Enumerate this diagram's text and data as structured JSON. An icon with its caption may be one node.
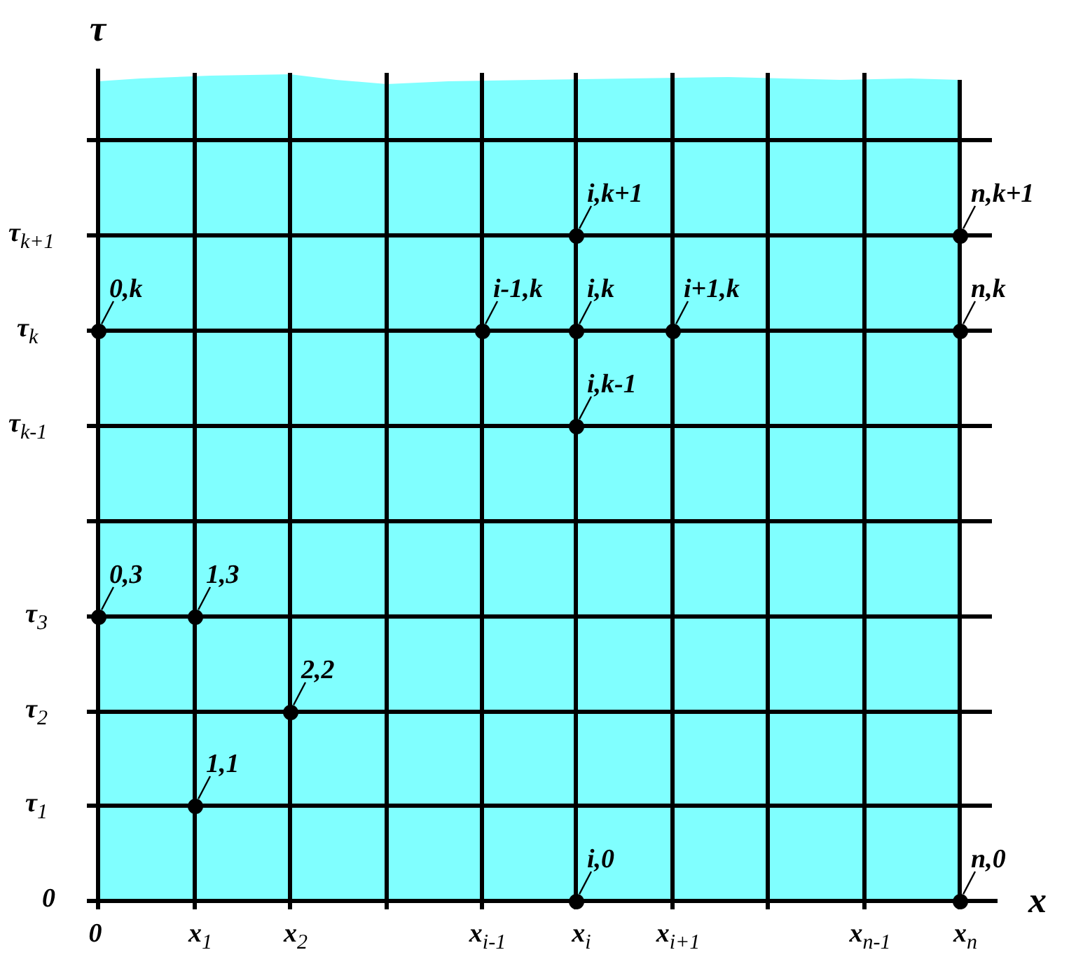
{
  "diagram": {
    "nodes": [
      {
        "text": [
          "i,k+1"
        ]
      },
      {
        "text": [],
        "shape": "circle"
      },
      {
        "text": [
          "n,k+1"
        ]
      },
      {
        "text": [],
        "shape": "circle"
      },
      {
        "text": [
          "0,k"
        ]
      },
      {
        "text": [],
        "shape": "circle"
      },
      {
        "text": [
          "i-1,k"
        ]
      },
      {
        "text": [],
        "shape": "circle"
      },
      {
        "text": [
          "i,k"
        ]
      },
      {
        "text": [],
        "shape": "circle"
      },
      {
        "text": [
          "i+1,k"
        ]
      },
      {
        "text": [],
        "shape": "circle"
      },
      {
        "text": [
          "n,k"
        ]
      },
      {
        "text": [],
        "shape": "circle"
      },
      {
        "text": [
          "i,k-1"
        ]
      },
      {
        "text": [],
        "shape": "circle"
      },
      {
        "text": [
          "0,3"
        ]
      },
      {
        "text": [],
        "shape": "circle"
      },
      {
        "text": [
          "1,3"
        ]
      },
      {
        "text": [],
        "shape": "circle"
      },
      {
        "text": [
          "2,2"
        ]
      },
      {
        "text": [],
        "shape": "circle"
      },
      {
        "text": [
          "1,1"
        ]
      },
      {
        "text": [],
        "shape": "circle"
      },
      {
        "text": [
          "i,0"
        ]
      },
      {
        "text": [],
        "shape": "circle"
      },
      {
        "text": [
          "n,0"
        ]
      },
      {
        "text": [],
        "shape": "circle"
      }
    ],
    "edges": [
      {
        "from": 0,
        "to": 1,
        "arrow": "none"
      },
      {
        "from": 2,
        "to": 3,
        "arrow": "none"
      },
      {
        "from": 4,
        "to": 5,
        "arrow": "none"
      },
      {
        "from": 6,
        "to": 7,
        "arrow": "none"
      },
      {
        "from": 8,
        "to": 9,
        "arrow": "none"
      },
      {
        "from": 10,
        "to": 11,
        "arrow": "none"
      },
      {
        "from": 12,
        "to": 13,
        "arrow": "none"
      },
      {
        "from": 14,
        "to": 15,
        "arrow": "none"
      },
      {
        "from": 16,
        "to": 17,
        "arrow": "none"
      },
      {
        "from": 18,
        "to": 19,
        "arrow": "none"
      },
      {
        "from": 20,
        "to": 21,
        "arrow": "none"
      },
      {
        "from": 22,
        "to": 23,
        "arrow": "none"
      },
      {
        "from": 24,
        "to": 25,
        "arrow": "none"
      },
      {
        "from": 26,
        "to": 27,
        "arrow": "none"
      }
    ],
    "labels": [
      "τ",
      "τ$_{k+1}$",
      "τ$_{k}$",
      "τ$_{k-1}$",
      "τ$_{3}$",
      "τ$_{2}$",
      "τ$_{1}$",
      "0",
      "x",
      "0",
      "x$_{1}$",
      "x$_{2}$",
      "x$_{i-1}$",
      "x$_{i}$",
      "x$_{i+1}$",
      "x$_{n-1}$",
      "x$_{n}$"
    ]
  }
}
